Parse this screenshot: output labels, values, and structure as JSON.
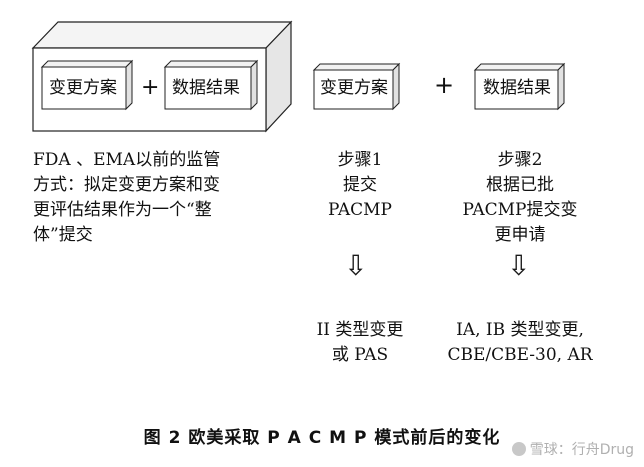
{
  "left_block": {
    "box1": "变更方案",
    "plus": "+",
    "box2": "数据结果",
    "desc": [
      "FDA 、EMA以前的监管",
      "方式：拟定变更方案和变",
      "更评估结果作为一个“整",
      "体”提交"
    ]
  },
  "step1": {
    "box": "变更方案",
    "lines": [
      "步骤1",
      "提交",
      "PACMP"
    ],
    "arrow": "⇩",
    "result": [
      "II 类型变更",
      "或 PAS"
    ]
  },
  "plus2": "+",
  "step2": {
    "box": "数据结果",
    "lines": [
      "步骤2",
      "根据已批",
      "PACMP提交变",
      "更申请"
    ],
    "arrow": "⇩",
    "result": [
      "IA, IB 类型变更,",
      "CBE/CBE-30, AR"
    ]
  },
  "caption": "图 2   欧美采取 P A C M P 模式前后的变化",
  "watermark": "雪球：行舟Drug"
}
